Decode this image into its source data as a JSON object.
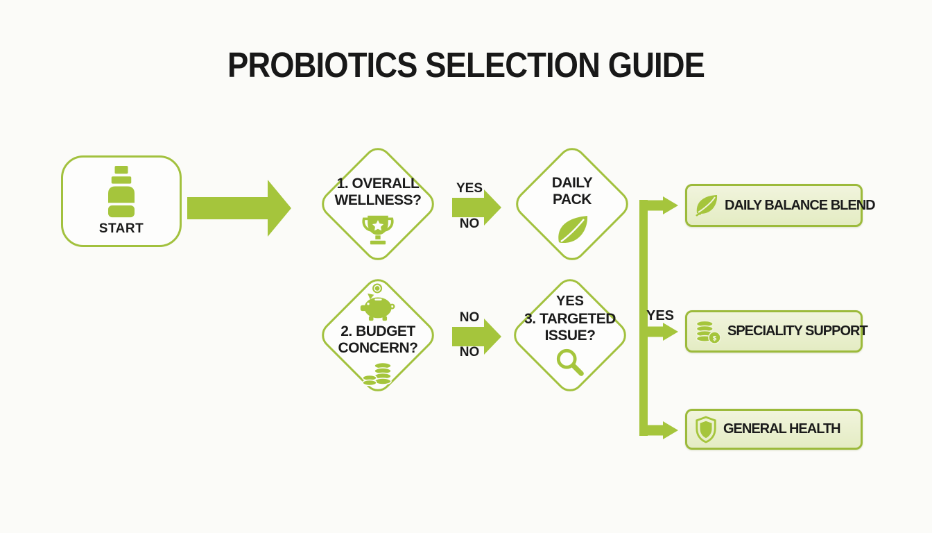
{
  "title": "PROBIOTICS SELECTION GUIDE",
  "colors": {
    "green": "#a5c53c",
    "green_border": "#a2c13e",
    "box_fill_top": "#f1f4dd",
    "box_fill_bottom": "#e4ecc3",
    "box_border": "#9cba3b",
    "text": "#1b1b1b",
    "background": "#fbfbf8"
  },
  "start": {
    "label": "START",
    "icon": "pill-bottle-icon"
  },
  "flow": {
    "decision1": {
      "line1": "1. OVERALL",
      "line2": "WELLNESS?",
      "icon": "trophy-icon"
    },
    "edge1": {
      "label_top": "YES",
      "label_bottom": "NO"
    },
    "daily_pack": {
      "line1": "DAILY",
      "line2": "PACK",
      "icon": "leaf-icon"
    },
    "decision2": {
      "line1": "2. BUDGET",
      "line2": "CONCERN?",
      "icon_top": "piggy-bank-icon",
      "icon_bottom": "coins-icon"
    },
    "edge2": {
      "label_top": "NO",
      "label_bottom": "NO"
    },
    "decision3": {
      "label_top": "YES",
      "line1": "3. TARGETED",
      "line2": "ISSUE?",
      "icon": "magnifying-glass-icon"
    },
    "branch_label": "YES"
  },
  "results": [
    {
      "label": "DAILY BALANCE BLEND",
      "icon": "leaf-icon"
    },
    {
      "label": "SPECIALITY SUPPORT",
      "icon": "coins-dollar-icon"
    },
    {
      "label": "GENERAL HEALTH",
      "icon": "shield-icon"
    }
  ]
}
